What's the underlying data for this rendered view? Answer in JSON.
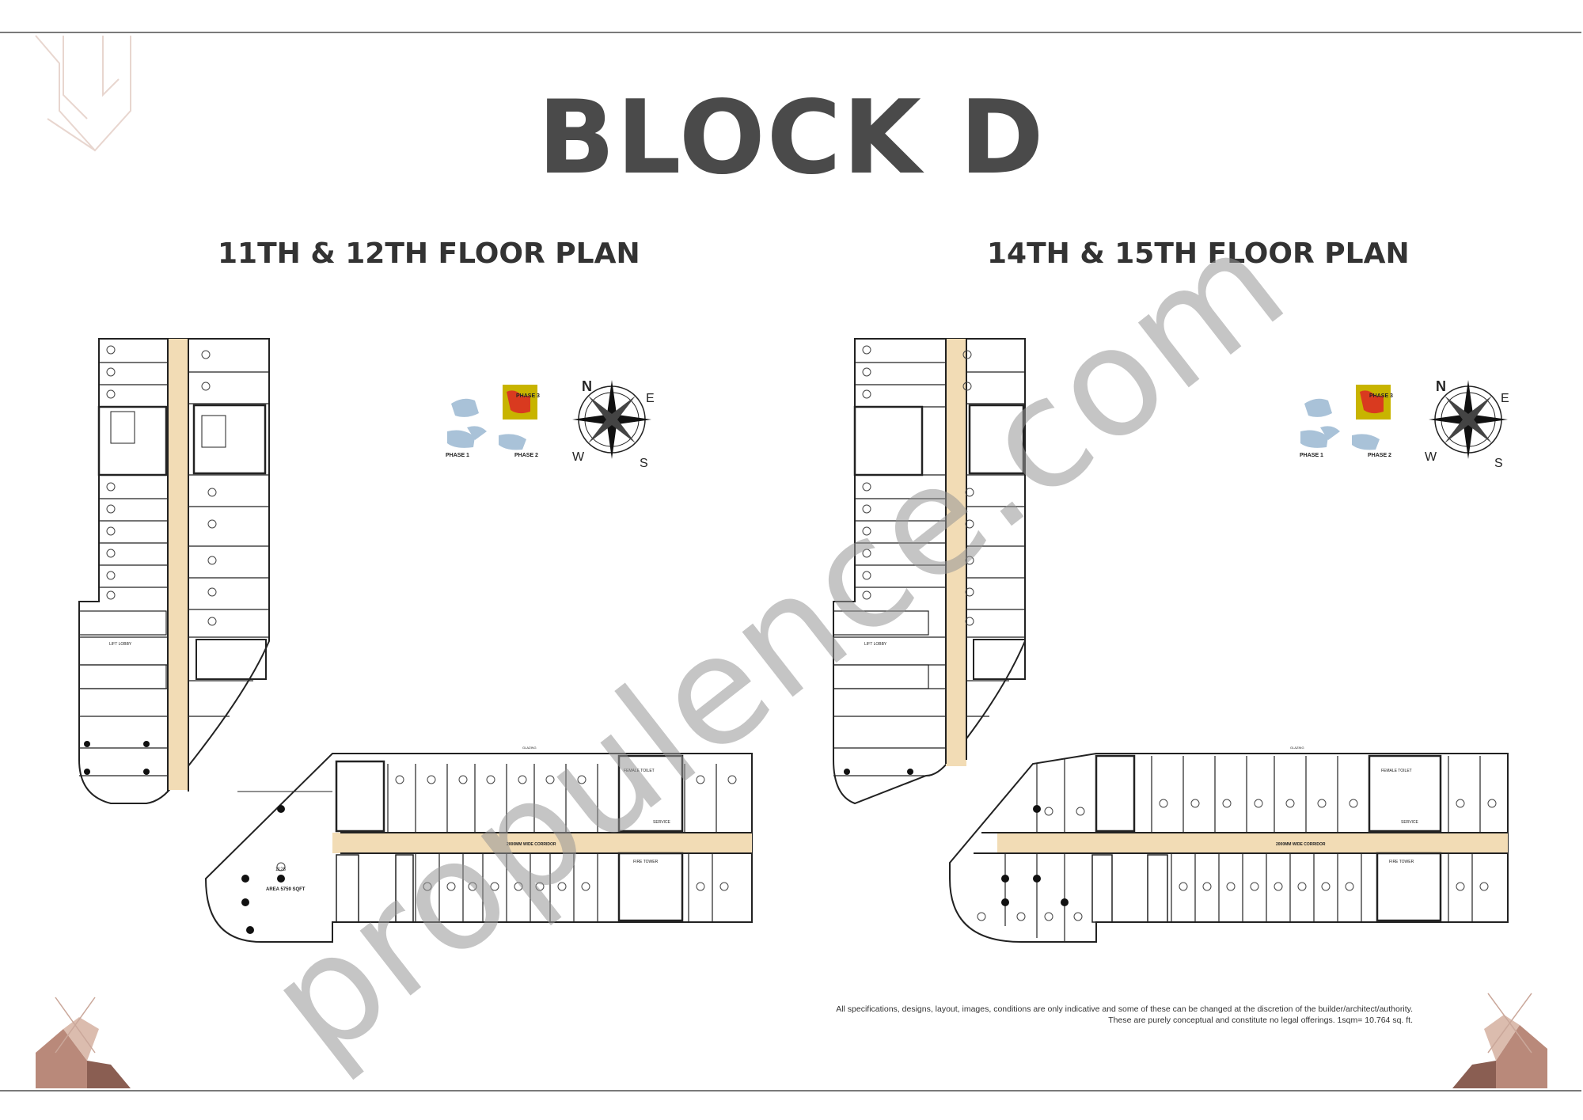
{
  "heading": "BLOCK D",
  "plans": [
    {
      "title": "11TH & 12TH FLOOR PLAN"
    },
    {
      "title": "14TH & 15TH FLOOR PLAN"
    }
  ],
  "key_plan": {
    "phase3": "PHASE 3",
    "phase1": "PHASE 1",
    "phase2": "PHASE 2"
  },
  "compass": {
    "n": "N",
    "e": "E",
    "w": "W",
    "s": "S"
  },
  "plan_labels": {
    "corridor": "2000MM WIDE CORRIDOR",
    "lift_lobby": "LIFT LOBBY",
    "glazing": "GLAZING",
    "service": "SERVICE",
    "fire_tower": "FIRE TOWER",
    "toilet": "FEMALE TOILET",
    "big_unit": "1128",
    "big_area": "AREA 5759 SQFT"
  },
  "disclaimer": [
    "All specifications, designs, layout, images, conditions are only indicative and some of these can be changed at the discretion of the builder/architect/authority.",
    "These are purely conceptual and constitute no legal offerings. 1sqm= 10.764 sq. ft."
  ],
  "watermark": "propulence.com",
  "colors": {
    "corridor": "#f2dcb5",
    "phase3": "#c8b400",
    "red": "#d93a1f",
    "phase_other": "#a9c2d8",
    "accent": "#b8876a"
  }
}
